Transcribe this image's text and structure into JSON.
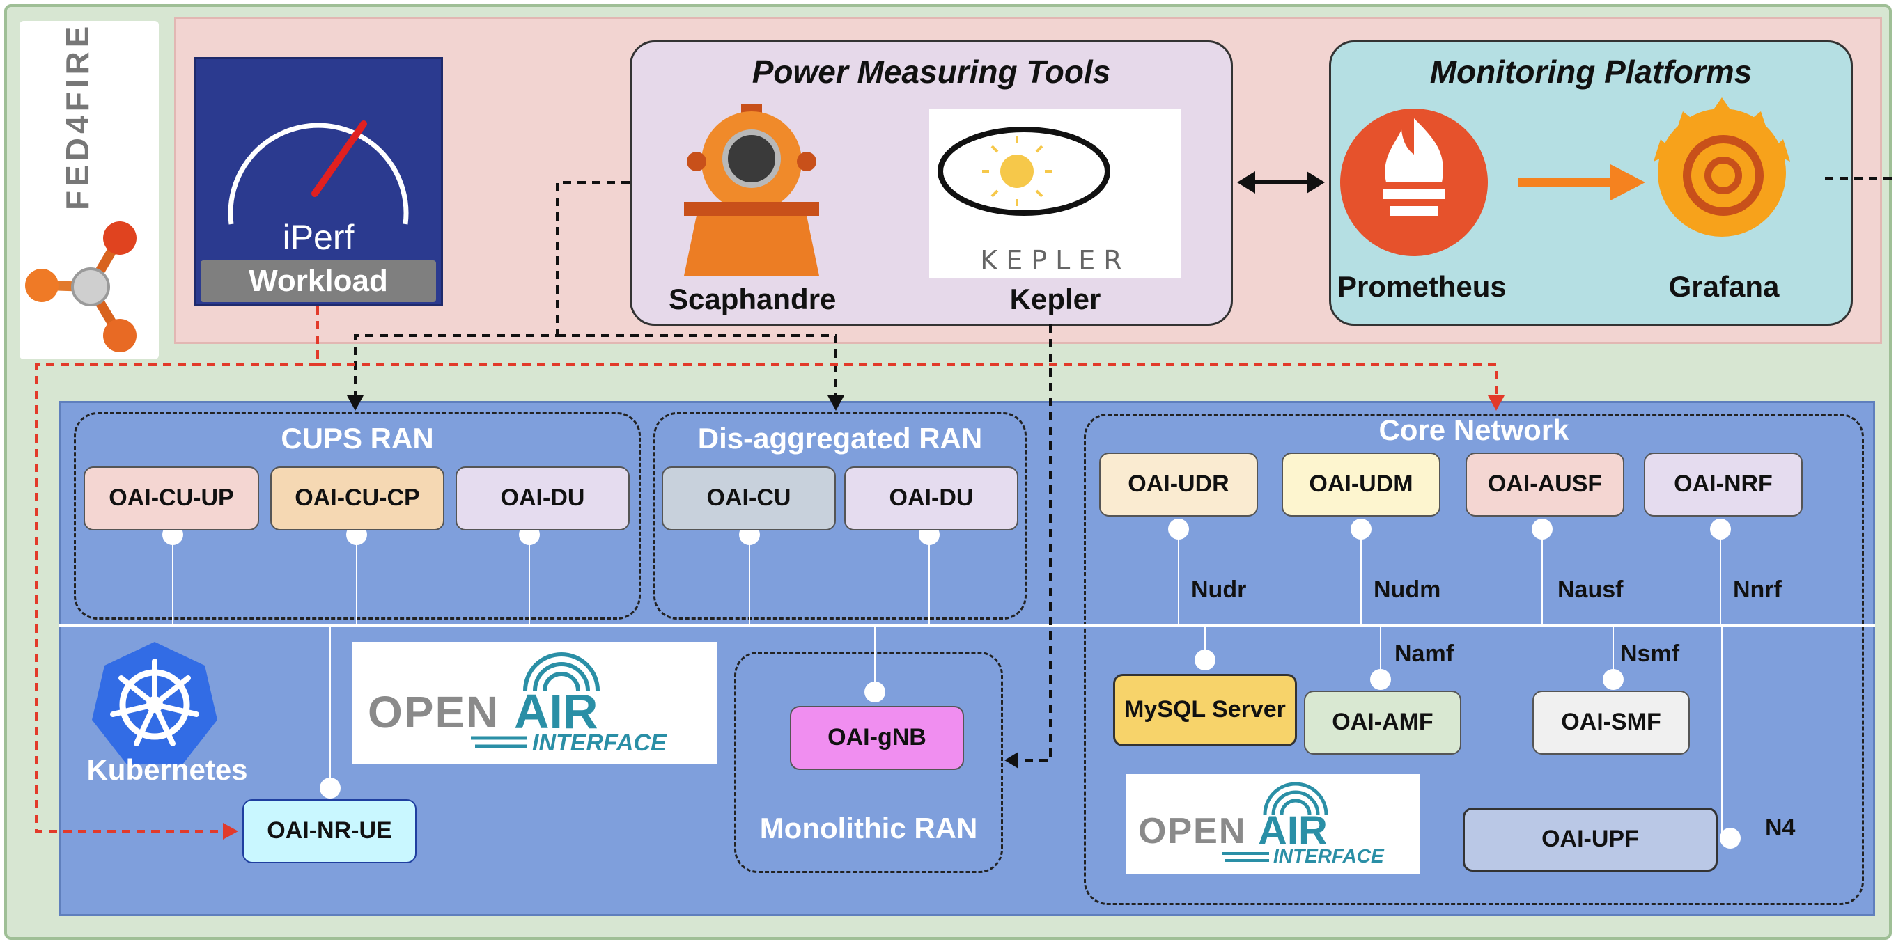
{
  "fed4fire": {
    "text": "FED4FIRE"
  },
  "workload": {
    "app": "iPerf",
    "label": "Workload"
  },
  "power_tools": {
    "title": "Power Measuring Tools",
    "scaphandre": "Scaphandre",
    "kepler": "Kepler",
    "kepler_logo_text": "KEPLER"
  },
  "monitoring": {
    "title": "Monitoring Platforms",
    "prometheus": "Prometheus",
    "grafana": "Grafana"
  },
  "cups_ran": {
    "title": "CUPS RAN",
    "nfs": [
      "OAI-CU-UP",
      "OAI-CU-CP",
      "OAI-DU"
    ]
  },
  "disagg_ran": {
    "title": "Dis-aggregated RAN",
    "nfs": [
      "OAI-CU",
      "OAI-DU"
    ]
  },
  "core": {
    "title": "Core Network",
    "nfs": [
      "OAI-UDR",
      "OAI-UDM",
      "OAI-AUSF",
      "OAI-NRF"
    ],
    "interfaces": [
      "Nudr",
      "Nudm",
      "Nausf",
      "Nnrf"
    ],
    "mysql": "MySQL Server",
    "amf": "OAI-AMF",
    "namf": "Namf",
    "smf": "OAI-SMF",
    "nsmf": "Nsmf",
    "upf": "OAI-UPF",
    "n4": "N4"
  },
  "monolithic": {
    "title": "Monolithic RAN",
    "gnb": "OAI-gNB"
  },
  "kubernetes": {
    "label": "Kubernetes"
  },
  "ue": {
    "label": "OAI-NR-UE"
  },
  "oai_logo": {
    "open": "OPEN",
    "air": "AIR",
    "interface": "INTERFACE"
  }
}
